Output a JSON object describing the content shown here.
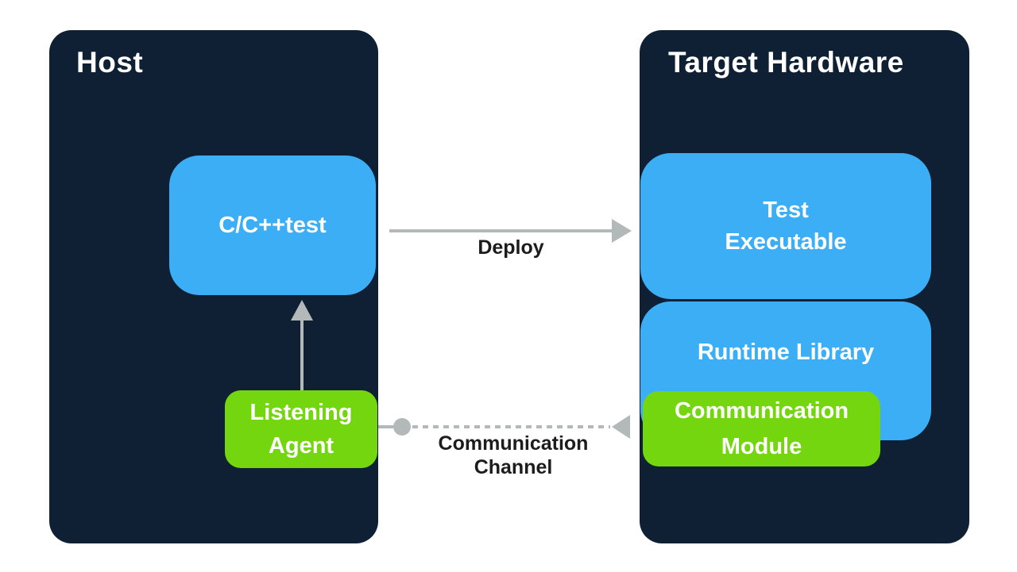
{
  "diagram": {
    "host_panel": {
      "title": "Host",
      "cpptest_label": "C/C++test",
      "listening_agent_label": "Listening\nAgent"
    },
    "target_panel": {
      "title": "Target Hardware",
      "test_executable_label": "Test\nExecutable",
      "runtime_library_label": "Runtime Library",
      "communication_module_label": "Communication\nModule"
    },
    "connections": {
      "deploy_label": "Deploy",
      "communication_channel_label": "Communication\nChannel"
    },
    "colors": {
      "panel_navy": "#0f2035",
      "node_blue": "#3caef5",
      "node_green": "#73d60f",
      "connector_gray": "#b3b8b8",
      "canvas_white": "#ffffff",
      "connection_label_dark": "#1c1c1c"
    }
  }
}
